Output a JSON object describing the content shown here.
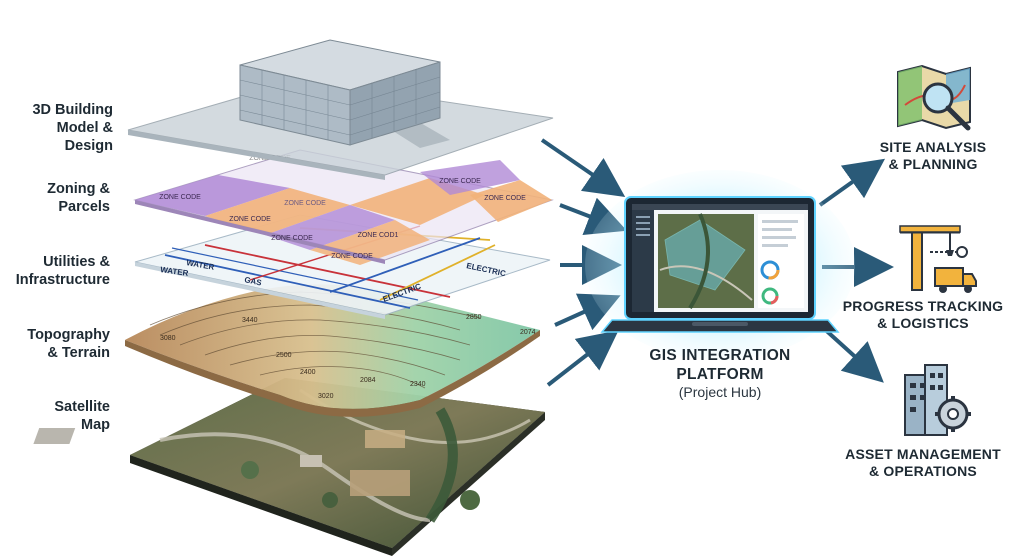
{
  "layers": [
    {
      "id": "building",
      "line1": "3D Building",
      "line2": "Model & Design"
    },
    {
      "id": "zoning",
      "line1": "Zoning &",
      "line2": "Parcels"
    },
    {
      "id": "utilities",
      "line1": "Utilities &",
      "line2": "Infrastructure"
    },
    {
      "id": "topography",
      "line1": "Topography",
      "line2": "& Terrain"
    },
    {
      "id": "satellite",
      "line1": "Satellite",
      "line2": "Map"
    }
  ],
  "zone_labels": [
    "ZONE CODE",
    "ZONE CODE",
    "ZONE CODE",
    "ZONE CODE",
    "ZONE CODE",
    "ZONE CODE",
    "ZONE CODE",
    "ZONE CODE",
    "ZONE COD1"
  ],
  "utility_labels": [
    "WATER",
    "WATER",
    "GAS",
    "ELECTRIC",
    "ELECTRIC"
  ],
  "contour_labels": [
    "3080",
    "3440",
    "2500",
    "2400",
    "2084",
    "3020",
    "2340",
    "2850",
    "2074"
  ],
  "hub": {
    "title_line1": "GIS INTEGRATION",
    "title_line2": "PLATFORM",
    "subtitle": "(Project Hub)"
  },
  "outputs": [
    {
      "id": "site",
      "line1": "SITE ANALYSIS",
      "line2": "& PLANNING",
      "icon": "map-magnifier-icon"
    },
    {
      "id": "progress",
      "line1": "PROGRESS TRACKING",
      "line2": "& LOGISTICS",
      "icon": "crane-truck-icon"
    },
    {
      "id": "asset",
      "line1": "ASSET MANAGEMENT",
      "line2": "& OPERATIONS",
      "icon": "building-gear-icon"
    }
  ],
  "colors": {
    "arrow": "#2a5a78",
    "zoning": "#b08ad6",
    "zoning_orange": "#f2b27a",
    "terrain_low": "#8fc9a0",
    "terrain_high": "#c9a274",
    "water": "#2f5fb8",
    "gas": "#c8323a",
    "electric": "#e0b12a",
    "screen_glow": "#5fd3ff"
  }
}
